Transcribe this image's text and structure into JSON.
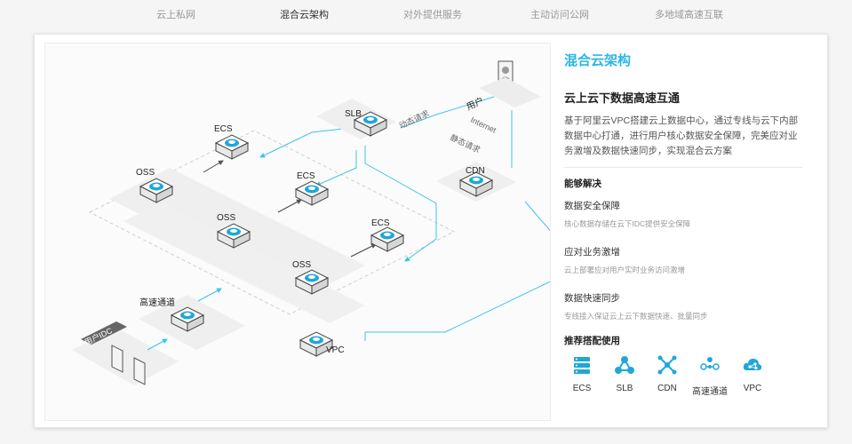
{
  "tabs": [
    {
      "label": "云上私网"
    },
    {
      "label": "混合云架构",
      "active": true
    },
    {
      "label": "对外提供服务"
    },
    {
      "label": "主动访问公网"
    },
    {
      "label": "多地域高速互联"
    }
  ],
  "diagram": {
    "nodes": {
      "user": "用户",
      "slb": "SLB",
      "cdn": "CDN",
      "ecs_top": "ECS",
      "ecs_mid": "ECS",
      "ecs_right": "ECS",
      "oss_left": "OSS",
      "oss_mid": "OSS",
      "oss_bottom": "OSS",
      "express": "高速通道",
      "idc": "用户IDC",
      "vpc": "VPC"
    },
    "flows": {
      "dynamic": "动态请求",
      "internet": "Internet",
      "static": "静态请求"
    }
  },
  "panel": {
    "title": "混合云架构",
    "subtitle": "云上云下数据高速互通",
    "description": "基于阿里云VPC搭建云上数据中心，通过专线与云下内部数据中心打通，进行用户核心数据安全保障，完美应对业务激增及数据快速同步，实现混合云方案",
    "solves_title": "能够解决",
    "features": [
      {
        "title": "数据安全保障",
        "desc": "核心数据存储在云下IDC提供安全保障"
      },
      {
        "title": "应对业务激增",
        "desc": "云上部署应对用户实时业务访问激增"
      },
      {
        "title": "数据快速同步",
        "desc": "专线接入保证云上云下数据快速、批量同步"
      }
    ],
    "recommend_title": "推荐搭配使用",
    "products": [
      {
        "label": "ECS",
        "icon": "ecs-icon"
      },
      {
        "label": "SLB",
        "icon": "slb-icon"
      },
      {
        "label": "CDN",
        "icon": "cdn-icon"
      },
      {
        "label": "高速通道",
        "icon": "express-connect-icon"
      },
      {
        "label": "VPC",
        "icon": "vpc-icon"
      }
    ],
    "accent_color": "#29b6e6"
  }
}
